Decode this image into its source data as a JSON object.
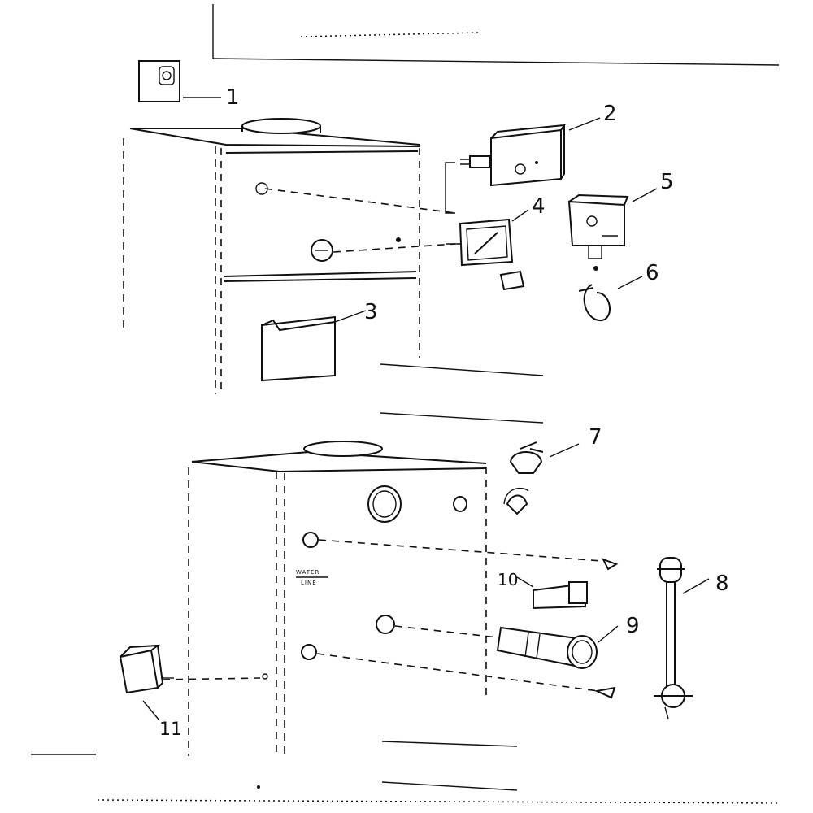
{
  "callouts": [
    "1",
    "2",
    "3",
    "4",
    "5",
    "6",
    "7",
    "8",
    "9",
    "10",
    "11"
  ],
  "water_line_label": [
    "WATER",
    "LINE"
  ],
  "parts": [
    "outlet-receptacle",
    "control-box",
    "carton",
    "pressure-temperature-gauge",
    "pressure-control",
    "pigtail-siphon",
    "safety-relief-valve",
    "water-column-gauge-glass",
    "burner-tube",
    "cover-plate",
    "transformer"
  ]
}
